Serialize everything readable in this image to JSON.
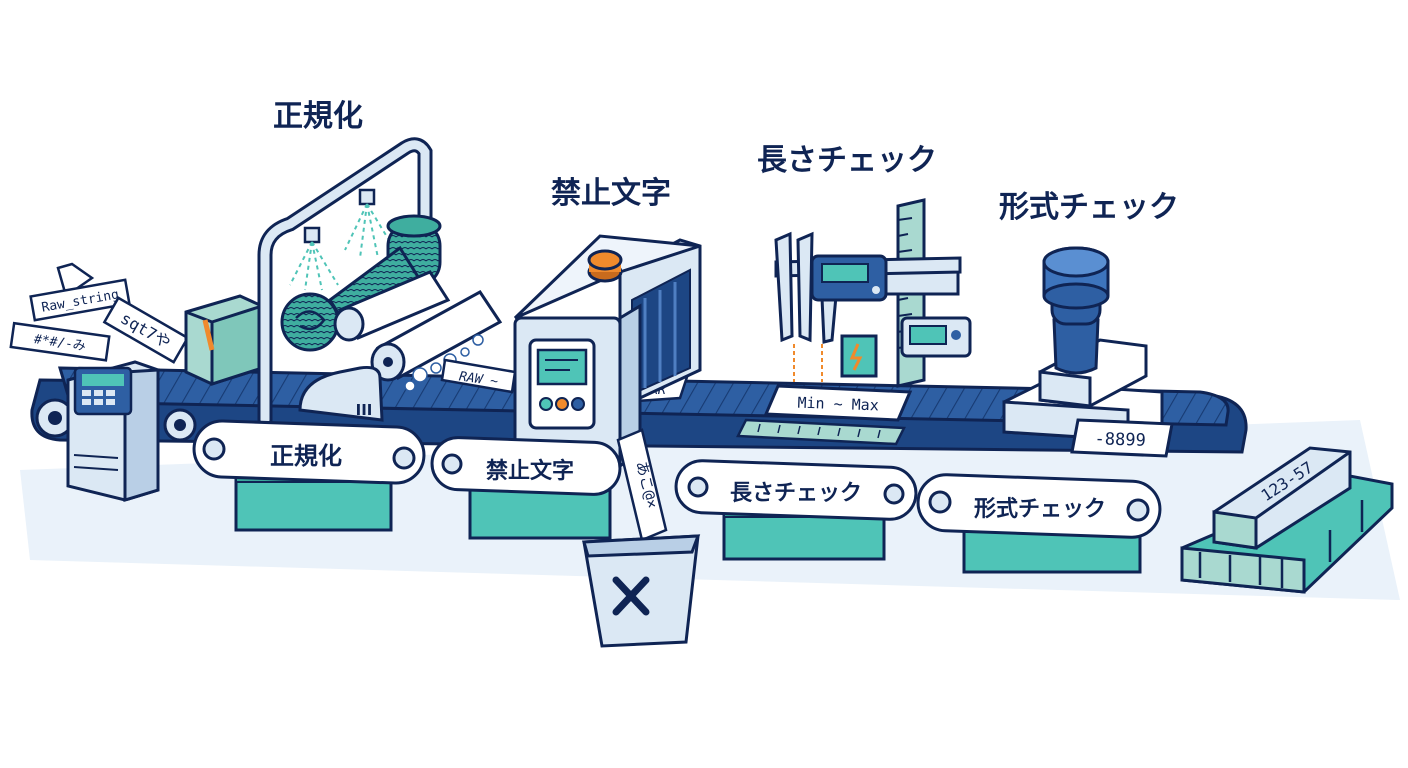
{
  "stages": [
    {
      "id": "normalize",
      "title": "正規化",
      "belt_label": "正規化"
    },
    {
      "id": "forbidden",
      "title": "禁止文字",
      "belt_label": "禁止文字"
    },
    {
      "id": "length",
      "title": "長さチェック",
      "belt_label": "長さチェック"
    },
    {
      "id": "format",
      "title": "形式チェック",
      "belt_label": "形式チェック"
    }
  ],
  "input_slips": [
    "Raw_string",
    "#*#/-み",
    "sqt7や"
  ],
  "belt_tags": {
    "raw": "RAW_~",
    "err": "ERR"
  },
  "length_gauge": "Min ~ Max",
  "format_tag": "-8899",
  "output_block": "123-57",
  "rejected_slip": "あこ@×",
  "machine_mark": "III",
  "colors": {
    "navy": "#0f2454",
    "belt": "#2e5fa3",
    "belt_dark": "#1d4684",
    "teal": "#4fc4b7",
    "light_blue": "#dbe8f4",
    "orange": "#f08a2c"
  },
  "icons": [
    "terminal-icon",
    "cardboard-box-icon",
    "spray-pipe-icon",
    "brush-roller-icon",
    "orange-button-icon",
    "control-panel-icon",
    "caliper-icon",
    "ruler-icon",
    "display-icon",
    "stamp-icon",
    "trash-bin-icon",
    "x-icon",
    "pallet-icon"
  ]
}
